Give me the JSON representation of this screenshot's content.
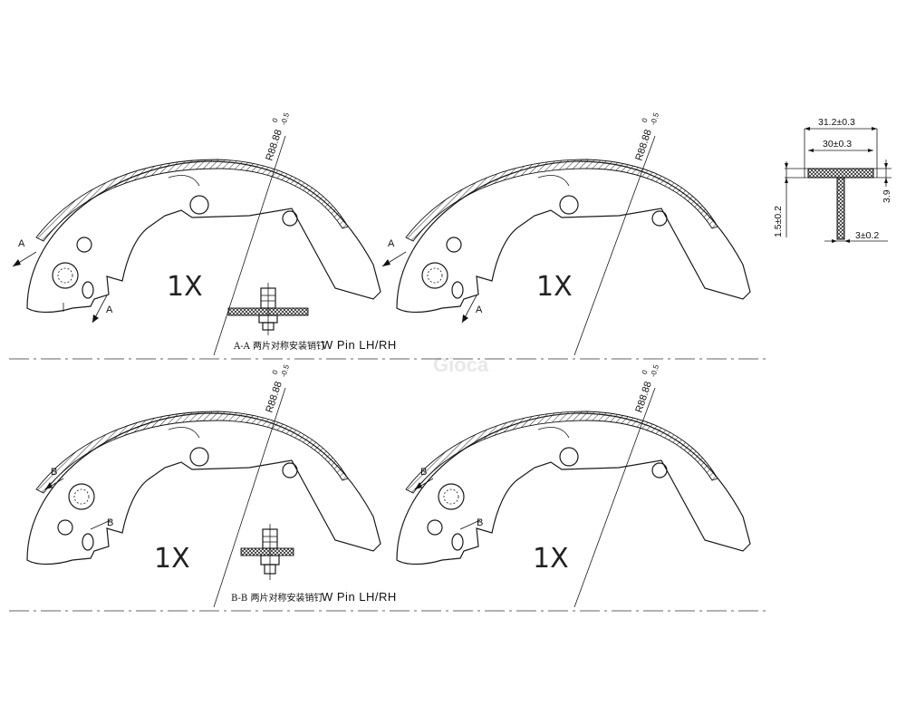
{
  "views": [
    {
      "quantity": "1X",
      "radius": "R88.88",
      "tol_upper": "0",
      "tol_lower": "-0.5",
      "marker": "A"
    },
    {
      "quantity": "1X",
      "radius": "R88.88",
      "tol_upper": "0",
      "tol_lower": "-0.5",
      "marker": "A"
    },
    {
      "quantity": "1X",
      "radius": "R88.88",
      "tol_upper": "0",
      "tol_lower": "-0.5",
      "marker": "B"
    },
    {
      "quantity": "1X",
      "radius": "R88.88",
      "tol_upper": "0",
      "tol_lower": "-0.5",
      "marker": "B"
    }
  ],
  "sections": [
    {
      "caption": "A-A 两片对称安装销钉",
      "note": "W Pin LH/RH"
    },
    {
      "caption": "B-B 两片对称安装销钉",
      "note": "W Pin LH/RH"
    }
  ],
  "profile": {
    "overall_width": "31.2±0.3",
    "inner_width": "30±0.3",
    "lining_thickness": "1.5±0.2",
    "height": "3.9",
    "web_thickness": "3±0.2"
  },
  "watermark": "Gioca"
}
